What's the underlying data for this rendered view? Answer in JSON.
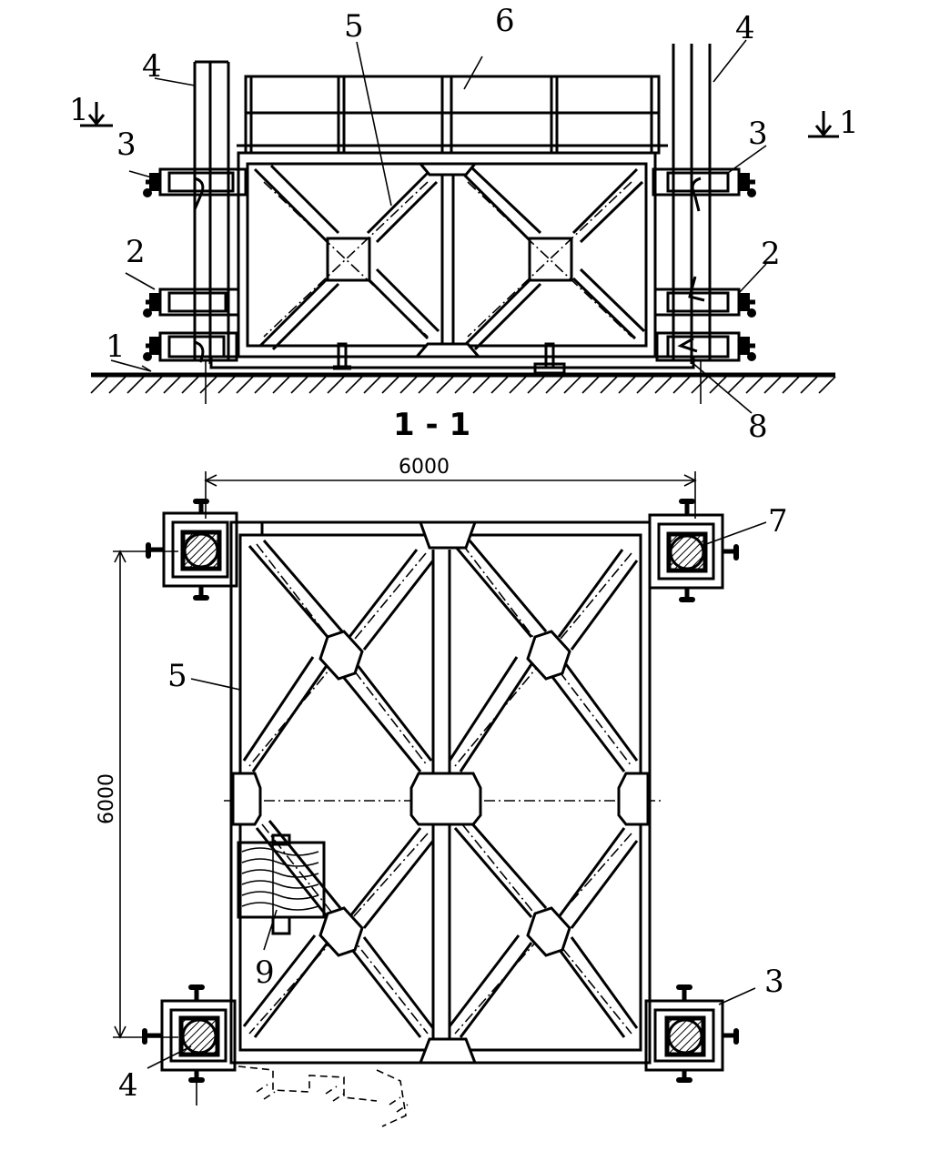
{
  "elevation": {
    "labels": {
      "ground": "1",
      "clamp_lower": "2",
      "clamp_upper_left": "3",
      "clamp_upper_right": "3",
      "clamp_mid_right": "2",
      "column_left": "4",
      "column_right": "4",
      "truss": "5",
      "platform": "6",
      "anchor": "8"
    },
    "section_marks": {
      "left": "1",
      "right": "1"
    },
    "section_title": "1 - 1"
  },
  "plan": {
    "dim_horizontal": "6000",
    "dim_vertical": "6000",
    "labels": {
      "column_tl": "7",
      "truss": "5",
      "timber": "9",
      "column_bl": "4",
      "clamp_br": "3"
    }
  }
}
